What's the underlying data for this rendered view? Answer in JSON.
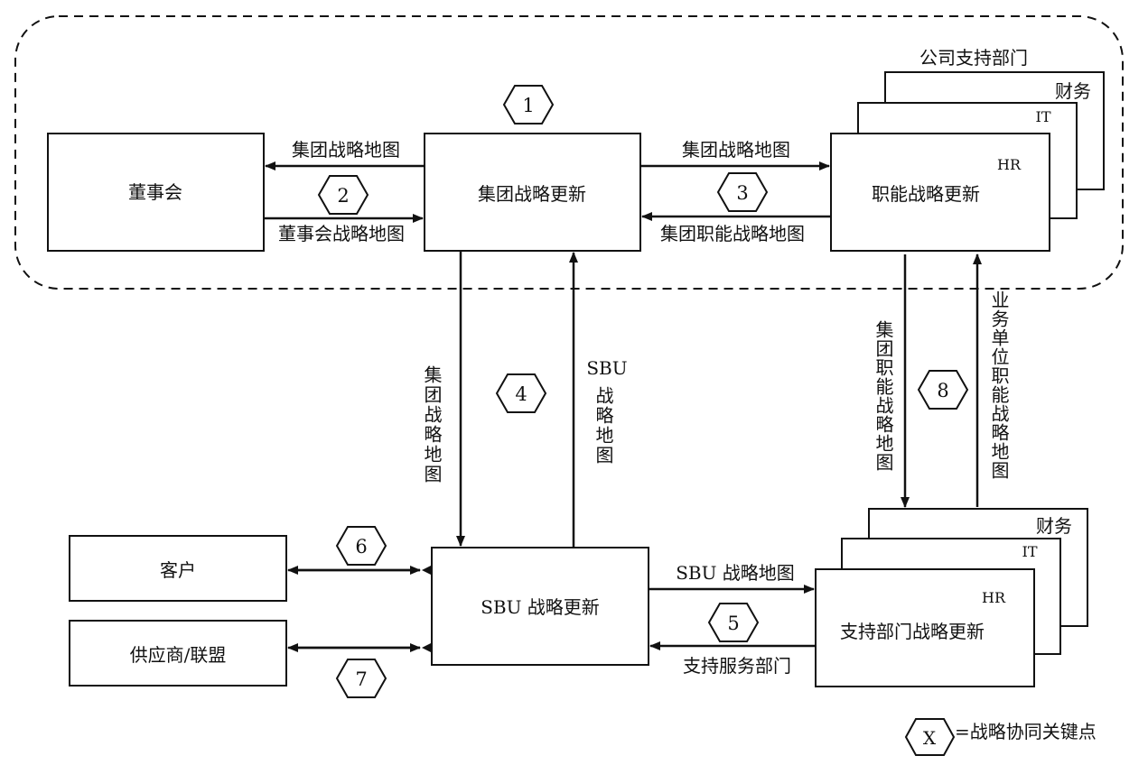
{
  "boxes": {
    "board": "董事会",
    "group_update": "集团战略更新",
    "functional_update": "职能战略更新",
    "company_support": "公司支持部门",
    "finance_top": "财务",
    "it_top": "IT",
    "hr_top": "HR",
    "customer": "客户",
    "supplier": "供应商/联盟",
    "sbu_update": "SBU 战略更新",
    "support_update": "支持部门战略更新",
    "finance_bottom": "财务",
    "it_bottom": "IT",
    "hr_bottom": "HR"
  },
  "arrows": {
    "group_to_board": "集团战略地图",
    "board_to_group": "董事会战略地图",
    "group_to_functional": "集团战略地图",
    "functional_to_group": "集团职能战略地图",
    "group_to_sbu": "集团战略地图",
    "sbu_to_group_line1": "SBU",
    "sbu_to_group": "战略地图",
    "functional_to_support": "集团职能战略地图",
    "support_to_functional": "业务单位职能战略地图",
    "sbu_to_support": "SBU 战略地图",
    "support_to_sbu": "支持服务部门"
  },
  "hexagons": [
    "1",
    "2",
    "3",
    "4",
    "5",
    "6",
    "7",
    "8"
  ],
  "legend": {
    "symbol": "X",
    "text": "=战略协同关键点"
  }
}
